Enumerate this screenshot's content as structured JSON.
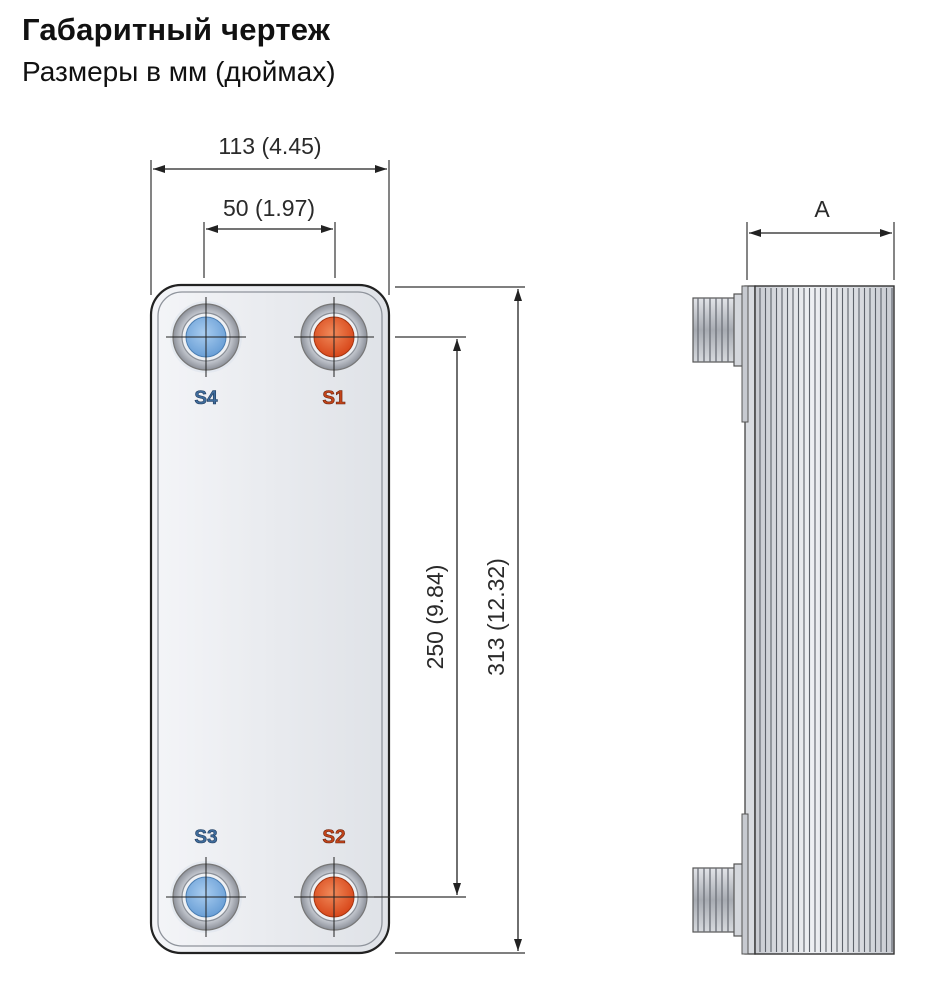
{
  "header": {
    "title": "Габаритный чертеж",
    "subtitle": "Размеры в мм (дюймах)"
  },
  "dimensions": {
    "overall_width": "113 (4.45)",
    "port_spacing_horizontal": "50 (1.97)",
    "port_spacing_vertical": "250 (9.84)",
    "overall_height": "313 (12.32)",
    "depth": "A"
  },
  "ports": [
    {
      "id": "S4",
      "fluid": "cold"
    },
    {
      "id": "S1",
      "fluid": "hot"
    },
    {
      "id": "S3",
      "fluid": "cold"
    },
    {
      "id": "S2",
      "fluid": "hot"
    }
  ],
  "colors": {
    "cold_port": "#7aaee0",
    "cold_label": "#3f6c9c",
    "hot_port": "#e05a2a",
    "hot_label": "#b23a15",
    "plate_fill": "#eceef2",
    "plate_stroke": "#222222"
  }
}
